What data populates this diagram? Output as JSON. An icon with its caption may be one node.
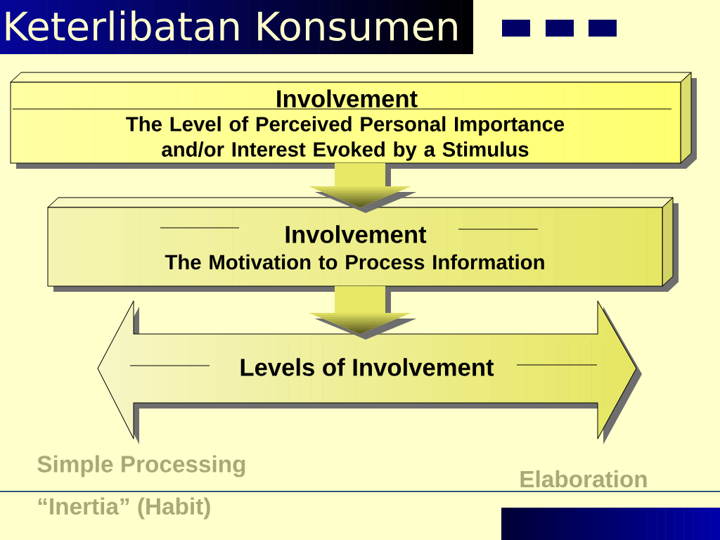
{
  "diagram": {
    "title": "Keterlibatan Konsumen",
    "nodes": [
      {
        "text": [
          "Involvement",
          "The Level of Perceived Personal Importance and/or Interest Evoked by a Stimulus"
        ]
      },
      {
        "text": [
          "Involvement",
          "The Motivation to Process Information"
        ]
      },
      {
        "text": [
          "Levels of Involvement"
        ]
      }
    ],
    "edges": [
      {
        "from": 0,
        "to": 1,
        "arrow": "to"
      },
      {
        "from": 1,
        "to": 2,
        "arrow": "to"
      }
    ],
    "labels": [
      "Simple Processing",
      "Elaboration",
      "“Inertia” (Habit)"
    ]
  }
}
